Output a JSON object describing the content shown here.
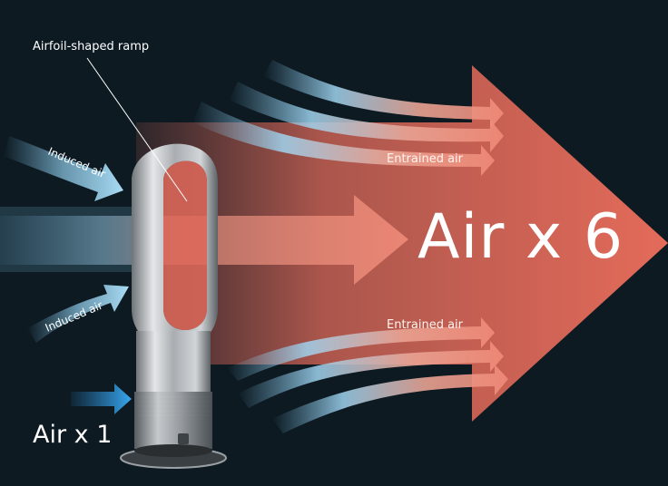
{
  "labels": {
    "ramp": "Airfoil-shaped ramp",
    "induced_top": "Induced air",
    "induced_bottom": "Induced air",
    "entrained_top": "Entrained air",
    "entrained_bottom": "Entrained air",
    "output": "Air x 6",
    "input": "Air x 1"
  },
  "colors": {
    "background": "#0d1a22",
    "output_arrow": "#e06a5a",
    "induced_air": "#7fc4e8",
    "input_arrow": "#2a8fd6",
    "fan_silver": "#b8bcc0"
  }
}
